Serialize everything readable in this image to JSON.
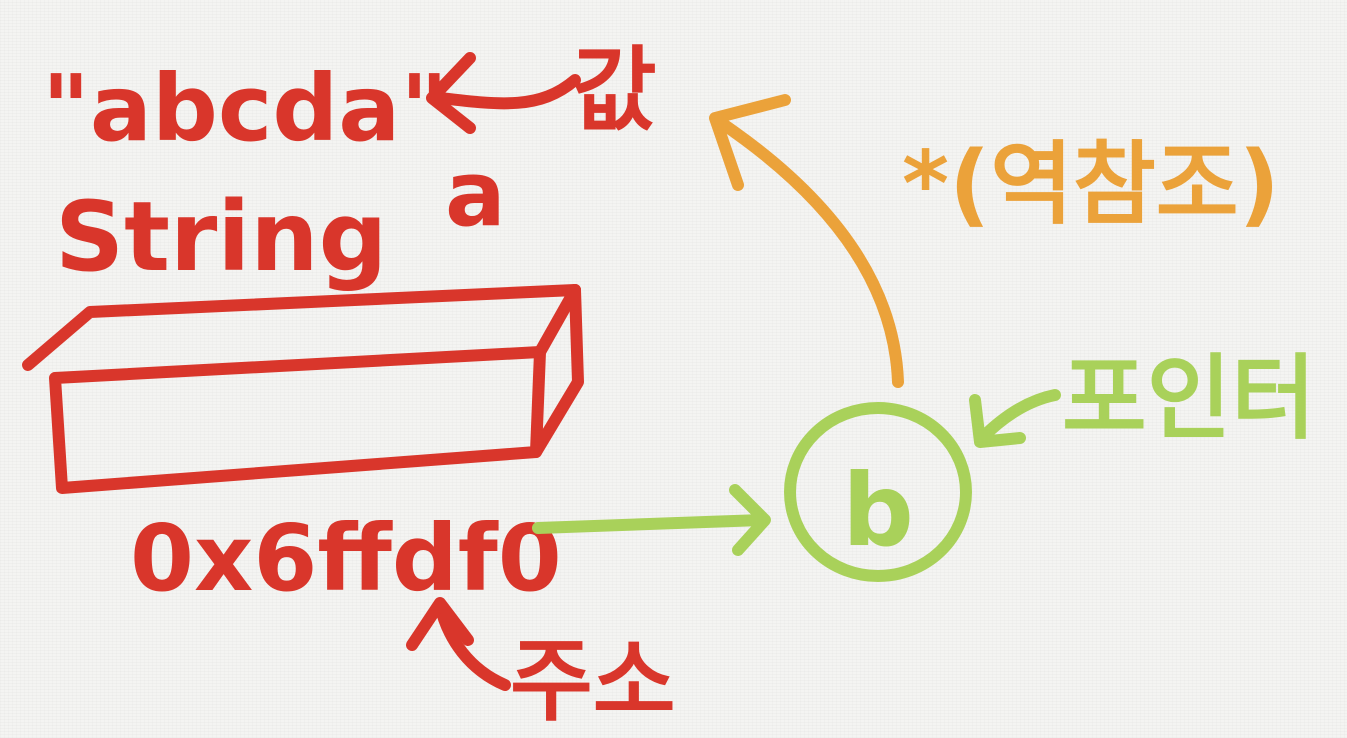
{
  "colors": {
    "red": "#d9362b",
    "orange": "#eba23a",
    "green": "#a9d15a",
    "background": "#f4f4f2"
  },
  "labels": {
    "value_literal": "\"abcda\"",
    "value_word": "값",
    "type_name": "String",
    "variable_a": "a",
    "address": "0x6ffdf0",
    "address_word": "주소",
    "variable_b": "b",
    "pointer_word": "포인터",
    "deref": "*(역참조)"
  }
}
